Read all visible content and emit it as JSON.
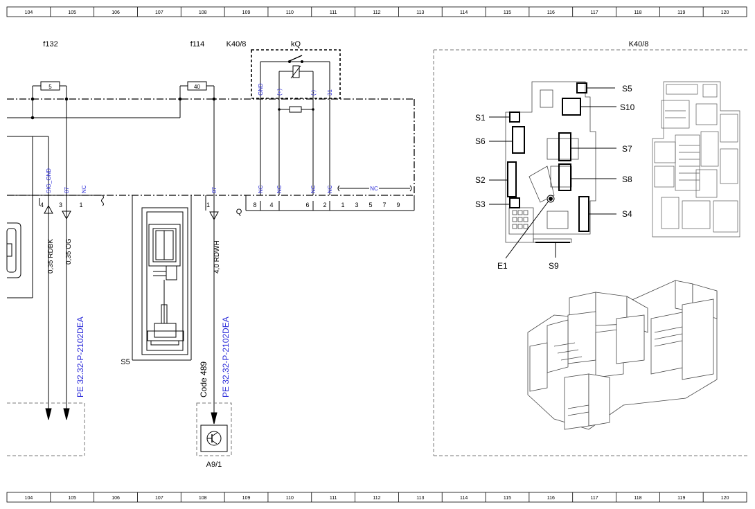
{
  "ruler": {
    "columns": [
      "104",
      "105",
      "106",
      "107",
      "108",
      "109",
      "110",
      "111",
      "112",
      "113",
      "114",
      "115",
      "116",
      "117",
      "118",
      "119",
      "120"
    ]
  },
  "fuses": {
    "f132": {
      "label": "f132",
      "rating": "5"
    },
    "f114": {
      "label": "f114",
      "rating": "40"
    }
  },
  "module_label": "K40/8",
  "relay": {
    "label": "kQ",
    "pins": [
      "GND",
      "(+)",
      "(-)",
      "31"
    ]
  },
  "connector_left": {
    "pin_names": [
      "SIG_GND",
      "87",
      "NC"
    ],
    "pin_numbers": [
      "4",
      "3",
      "1"
    ]
  },
  "connector_mid": {
    "pin_name": "87",
    "pin_number": "1"
  },
  "connector_q": {
    "label": "Q",
    "pin_names": [
      "NC",
      "NC",
      "NC",
      "NC"
    ],
    "pin_numbers": [
      "8",
      "4",
      "6",
      "2",
      "1",
      "3",
      "5",
      "7",
      "9"
    ],
    "group_label": "NC"
  },
  "wires": {
    "w1": "0,35 RDBK",
    "w2": "0,35 OG",
    "w3": "4,0 RDWH"
  },
  "references": {
    "ref1": "PE 32.32-P-2102DEA",
    "ref2": "PE 32.32-P-2102DEA",
    "code": "Code 489"
  },
  "component_s5": "S5",
  "component_a9": "A9/1",
  "location": {
    "title": "K40/8",
    "labels": [
      "S5",
      "S10",
      "S1",
      "S6",
      "S7",
      "S2",
      "S8",
      "S3",
      "S4",
      "E1",
      "S9"
    ]
  },
  "colors": {
    "line": "#000000",
    "blue_text": "#2b2bd9",
    "dashed": "#777777"
  }
}
